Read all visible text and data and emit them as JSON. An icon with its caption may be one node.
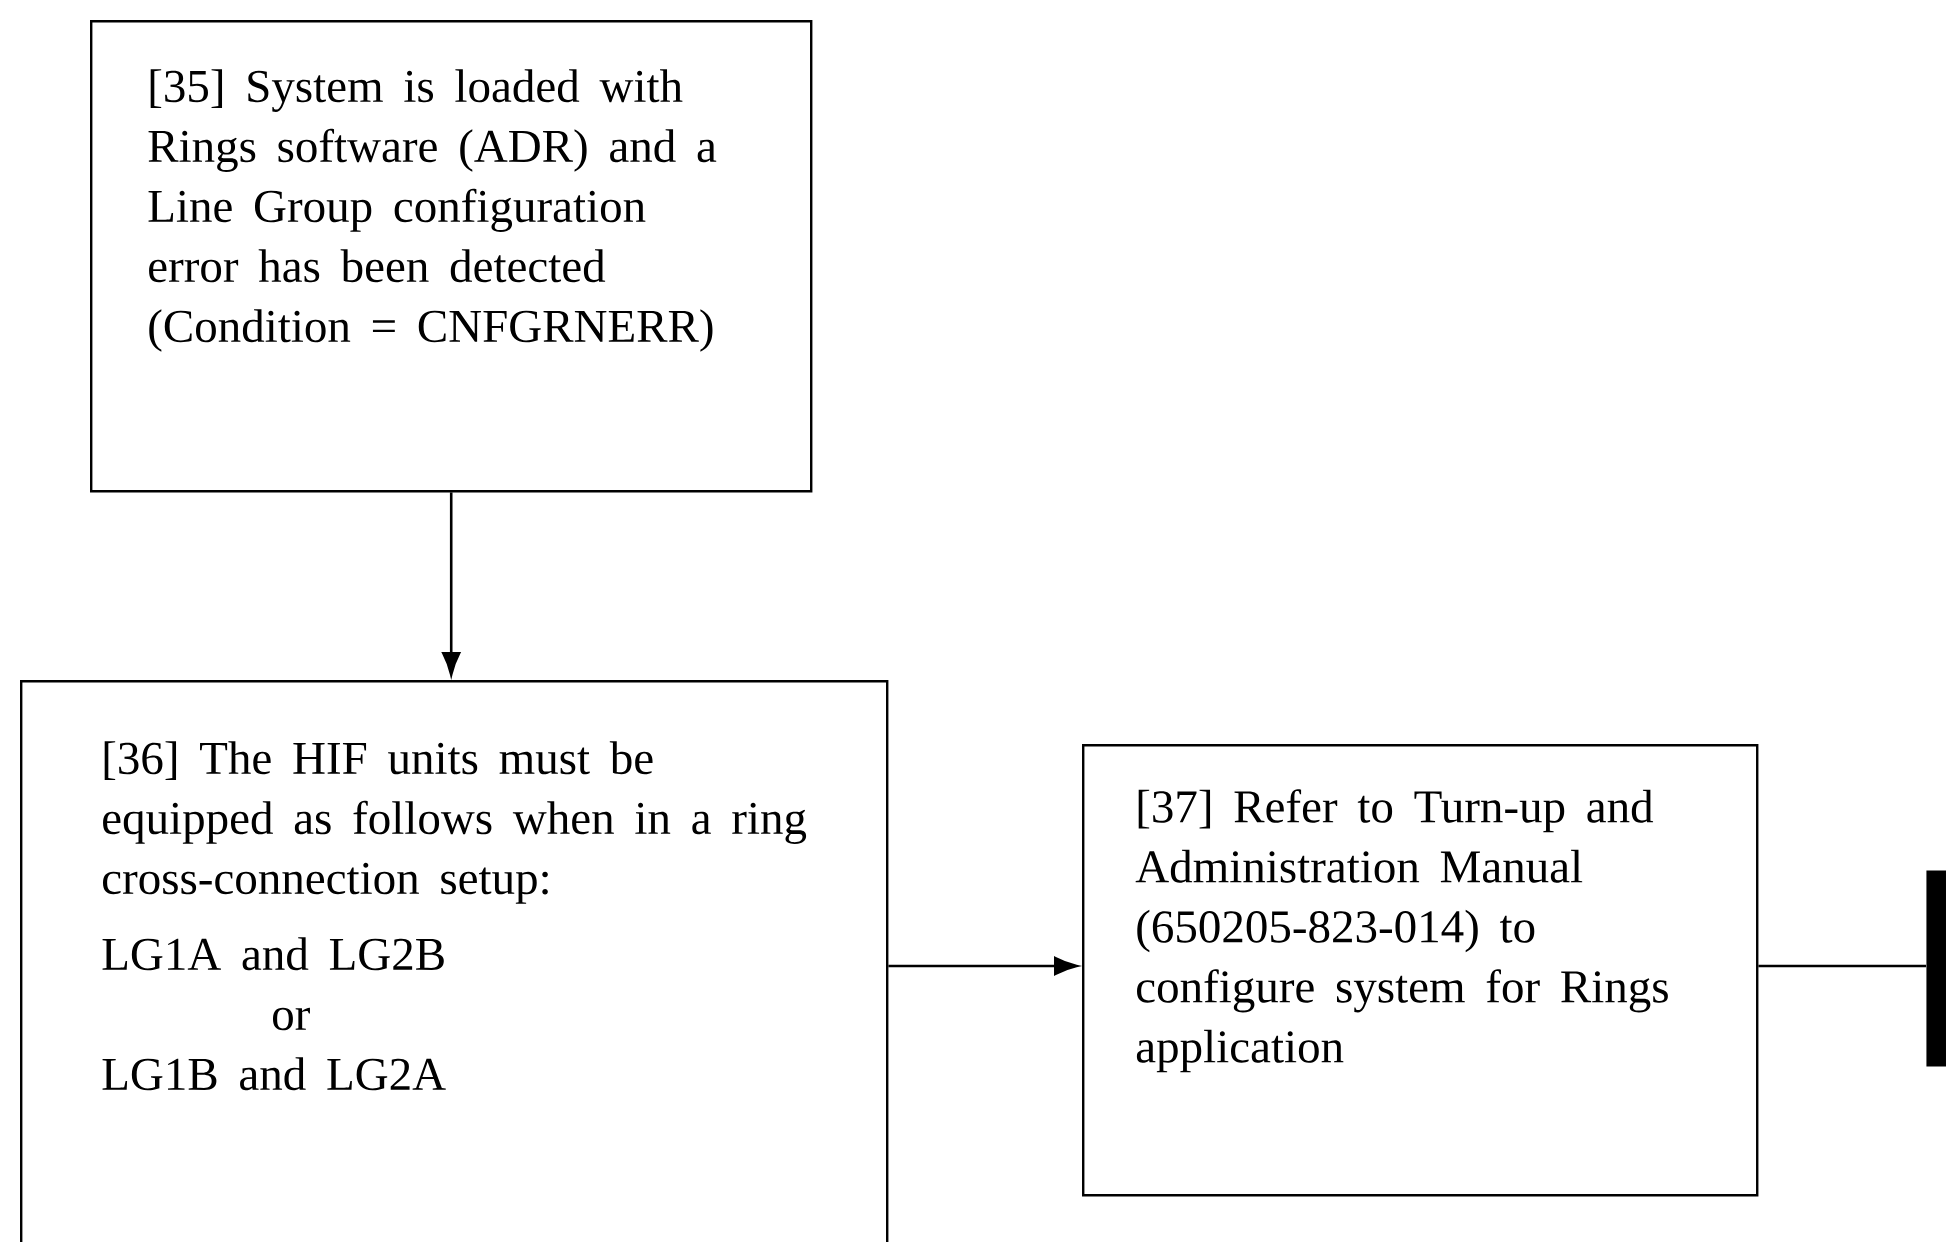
{
  "diagram": {
    "nodes": [
      {
        "text": [
          "[35] System is loaded with Rings software (ADR) and a Line Group configuration error has been detected (Condition = CNFGRNERR)"
        ]
      },
      {
        "text": [
          "[36] The HIF units must be equipped as follows when in a ring cross-connection setup:",
          "LG1A and LG2B",
          "or",
          "LG1B and LG2A"
        ]
      },
      {
        "text": [
          "[37] Refer to Turn-up and Administration Manual (650205-823-014) to configure system for Rings application"
        ]
      },
      {
        "text": [],
        "shape": "box"
      }
    ],
    "edges": [
      {
        "from": 0,
        "to": 1,
        "arrow": "to"
      },
      {
        "from": 1,
        "to": 2,
        "arrow": "to"
      },
      {
        "from": 2,
        "to": 3,
        "arrow": "none"
      }
    ]
  }
}
